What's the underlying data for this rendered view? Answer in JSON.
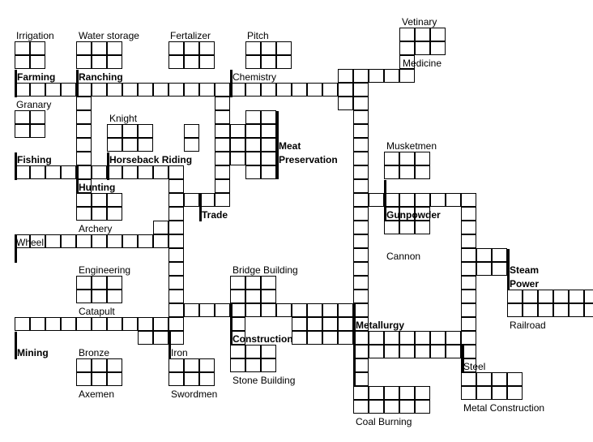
{
  "labels": {
    "irrigation": "Irrigation",
    "water_storage": "Water storage",
    "fertalizer": "Fertalizer",
    "pitch": "Pitch",
    "vetinary": "Vetinary",
    "medicine": "Medicine",
    "farming": "Farming",
    "ranching": "Ranching",
    "chemistry": "Chemistry",
    "granary": "Granary",
    "knight": "Knight",
    "meat_preservation_1": "Meat",
    "meat_preservation_2": "Preservation",
    "musketmen": "Musketmen",
    "fishing": "Fishing",
    "horseback_riding": "Horseback Riding",
    "hunting": "Hunting",
    "trade": "Trade",
    "gunpowder": "Gunpowder",
    "archery": "Archery",
    "wheel": "Wheel",
    "cannon": "Cannon",
    "engineering": "Engineering",
    "bridge_building": "Bridge Building",
    "steam_power_1": "Steam",
    "steam_power_2": "Power",
    "catapult": "Catapult",
    "metallurgy": "Metallurgy",
    "railroad": "Railroad",
    "construction": "Construction",
    "mining": "Mining",
    "bronze": "Bronze",
    "iron": "Iron",
    "steel": "Steel",
    "stone_building": "Stone Building",
    "axemen": "Axemen",
    "swordmen": "Swordmen",
    "metal_construction": "Metal Construction",
    "coal_burning": "Coal Burning"
  }
}
